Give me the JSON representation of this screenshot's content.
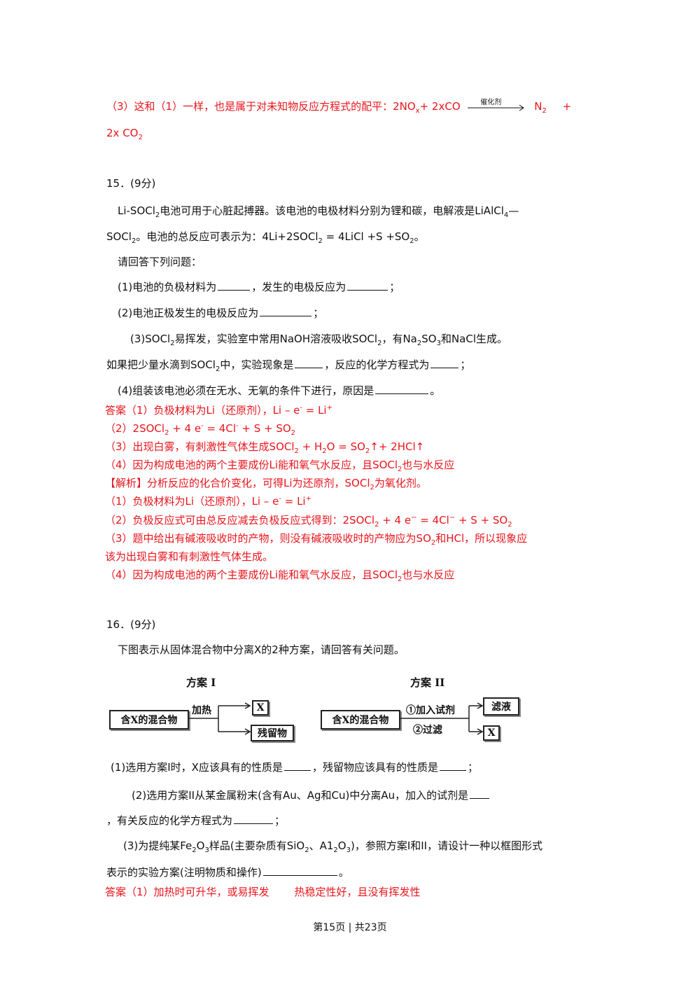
{
  "q14_tail": {
    "line1_text": "（3）这和（1）一样，也是属于对未知物反应方程式的配平：2NO",
    "line1_sub_x": "x",
    "line1_plus": "+  2xCO",
    "catalyst": "催化剂",
    "n2": "N",
    "n2_sub": "2",
    "plus": "+",
    "line2_text": "2x CO",
    "line2_sub": "2"
  },
  "q15": {
    "heading": "15．(9分)",
    "intro1_a": "Li-SOCl",
    "intro1_sub": "2",
    "intro1_b": "电池可用于心脏起搏器。该电池的电极材料分别为锂和碳，电解液是LiAlCl",
    "intro1_sub2": "4",
    "intro1_c": "—",
    "intro2_a": "SOCl",
    "intro2_b": "。电池的总反应可表示为：4Li+2SOCl",
    "intro2_c": " = 4LiCl +S +SO",
    "intro2_d": "。",
    "prompt": "请回答下列问题：",
    "q1_a": "(1)电池的负极材料为",
    "q1_b": "，发生的电极反应为",
    "q1_c": "；",
    "q2_a": "(2)电池正极发生的电极反应为",
    "q2_b": "；",
    "q3_a": "(3)SOCl",
    "q3_b": "易挥发，实验室中常用NaOH溶液吸收SOCl",
    "q3_c": "，有Na",
    "q3_d": "SO",
    "q3_e": "和NaCl生成。",
    "q3l2_a": "如果把少量水滴到SOCl",
    "q3l2_b": "中，实验现象是",
    "q3l2_c": "，反应的化学方程式为",
    "q3l2_d": "；",
    "q4_a": "(4)组装该电池必须在无水、无氧的条件下进行，原因是",
    "q4_b": "。",
    "ans1": "答案（1）负极材料为Li（还原剂），Li – e",
    "ans1_b": " = Li",
    "ans2_a": "（2）2SOCl",
    "ans2_b": " + 4 e",
    "ans2_c": " = 4Cl",
    "ans2_d": " + S + SO",
    "ans3_a": "（3）出现白雾，有刺激性气体生成SOCl",
    "ans3_b": " + H",
    "ans3_c": "O = SO",
    "ans3_d": "↑+ 2HCl↑",
    "ans4_a": "（4）因为构成电池的两个主要成份Li能和氧气水反应，且SOCl",
    "ans4_b": "也与水反应",
    "jx_a": "【解析】分析反应的化合价变化，可得Li为还原剂，SOCl",
    "jx_b": "为氧化剂。",
    "jx1_a": "（1）负极材料为Li（还原剂），Li – e",
    "jx1_b": " = Li",
    "jx2_a": "（2）负极反应式可由总反应减去负极反应式得到：2SOCl",
    "jx2_b": " + 4 e",
    "jx2_c": " = 4Cl",
    "jx2_d": " + S + SO",
    "jx3_a": "（3）题中给出有碱液吸收时的产物，则没有碱液吸收时的产物应为SO",
    "jx3_b": "和HCl，所以现象应",
    "jx3l2": "该为出现白雾和有刺激性气体生成。",
    "jx4_a": "（4）因为构成电池的两个主要成份Li能和氧气水反应，且SOCl",
    "jx4_b": "也与水反应",
    "sub2": "2",
    "sub3": "3",
    "sup_minus": "-",
    "sup_plus": "+",
    "sup_minus_long": "−"
  },
  "q16": {
    "heading": "16．(9分)",
    "intro": "下图表示从固体混合物中分离X的2种方案，请回答有关问题。",
    "scheme1_title": "方案 I",
    "scheme2_title": "方案 II",
    "box_mixture": "含X的混合物",
    "heat_label": "加热",
    "box_x": "X",
    "box_residue": "残留物",
    "step1_label": "①加入试剂",
    "step2_label": "②过滤",
    "box_filtrate": "滤液",
    "q1_a": "(1)选用方案I时，X应该具有的性质是",
    "q1_b": "，残留物应该具有的性质是",
    "q1_c": "；",
    "q2_a": "(2)选用方案II从某金属粉末(含有Au、Ag和Cu)中分离Au，加入的试剂是",
    "q2l2_a": "，有关反应的化学方程式为",
    "q2l2_b": "；",
    "q3_a": "(3)为提纯某Fe",
    "q3_b": "O",
    "q3_c": "样品(主要杂质有SiO",
    "q3_d": "、A1",
    "q3_e": ")，参照方案I和II，请设计一种以框图形式",
    "q3l2_a": "表示的实验方案(注明物质和操作)",
    "q3l2_b": "。",
    "ans_a": "答案（1）加热时可升华，或易挥发",
    "ans_b": "热稳定性好，且没有挥发性"
  },
  "footer": {
    "text": "第15页 | 共23页"
  }
}
